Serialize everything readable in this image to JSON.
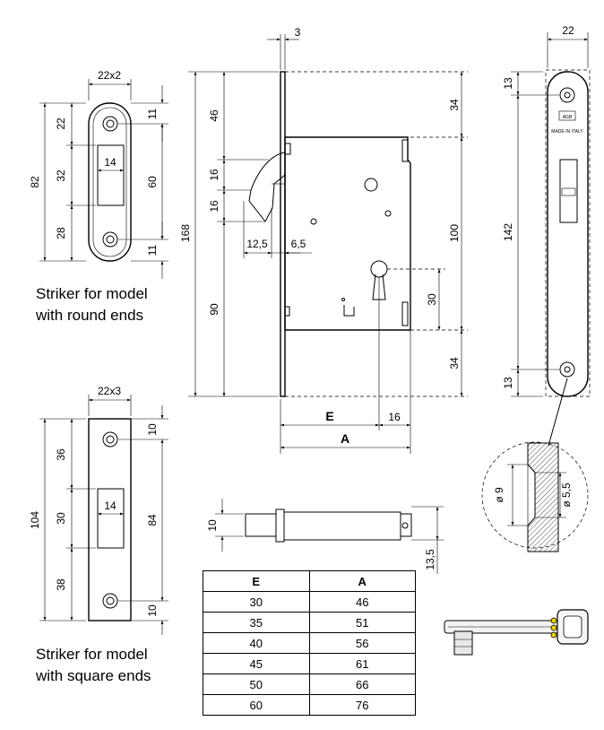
{
  "captions": {
    "round": [
      "Striker for model",
      "with round ends"
    ],
    "square": [
      "Striker for model",
      "with square ends"
    ]
  },
  "round_striker": {
    "width": "22x2",
    "height": "82",
    "top": "22",
    "middle": "32",
    "bottom": "28",
    "right_top": "11",
    "right_mid": "60",
    "right_bottom": "11",
    "slot": "14"
  },
  "square_striker": {
    "width": "22x3",
    "height": "104",
    "top": "36",
    "middle": "30",
    "bottom": "38",
    "right_top": "10",
    "right_mid": "84",
    "right_bottom": "10",
    "slot": "14"
  },
  "lock_body": {
    "plate": "3",
    "overall": "168",
    "d46": "46",
    "d16a": "16",
    "d16b": "16",
    "d90": "90",
    "d12_5": "12,5",
    "d6_5": "6,5",
    "top34": "34",
    "hub100": "100",
    "key30": "30",
    "bottom34": "34",
    "E": "E",
    "A": "A",
    "d16": "16"
  },
  "faceplate": {
    "width": "22",
    "top13": "13",
    "length": "142",
    "bottom13": "13",
    "brand": "AGB",
    "origin": "MADE IN ITALY"
  },
  "detail": {
    "outer": "ø 9",
    "inner": "ø 5,5"
  },
  "bolt": {
    "d10": "10",
    "d13_5": "13,5"
  },
  "table": {
    "headers": [
      "E",
      "A"
    ],
    "rows": [
      [
        "30",
        "46"
      ],
      [
        "35",
        "51"
      ],
      [
        "40",
        "56"
      ],
      [
        "45",
        "61"
      ],
      [
        "50",
        "66"
      ],
      [
        "60",
        "76"
      ]
    ]
  }
}
